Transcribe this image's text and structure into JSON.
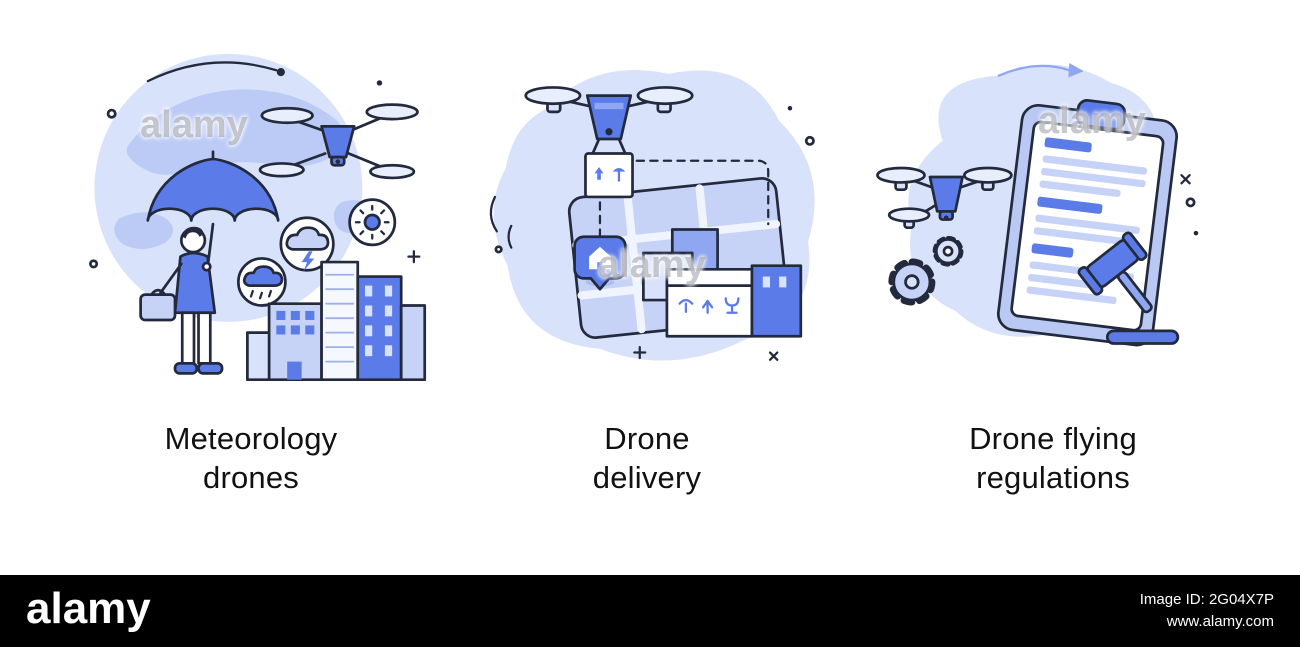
{
  "page": {
    "type": "stock-illustration-preview",
    "background": "#ffffff"
  },
  "colors": {
    "outline": "#232a3d",
    "accent_blue": "#5b7ce8",
    "light_blue": "#d9e2fb",
    "mid_blue": "#b9c9f4",
    "footer_background": "#000000",
    "caption_text": "#111111"
  },
  "illustrations": [
    {
      "id": "meteorology-drones",
      "caption": "Meteorology drones",
      "caption_line1": "Meteorology",
      "caption_line2": "drones",
      "scene_elements": [
        "globe",
        "quadcopter-drone",
        "businessman-with-umbrella",
        "storm-icon",
        "sun-icon",
        "rain-cloud-icon",
        "city-buildings",
        "briefcase"
      ]
    },
    {
      "id": "drone-delivery",
      "caption": "Drone delivery",
      "caption_line1": "Drone",
      "caption_line2": "delivery",
      "scene_elements": [
        "delivery-drone-with-parcel",
        "city-map",
        "location-pin",
        "dashed-route",
        "cardboard-boxes"
      ]
    },
    {
      "id": "drone-flying-regulations",
      "caption": "Drone flying regulations",
      "caption_line1": "Drone flying",
      "caption_line2": "regulations",
      "scene_elements": [
        "quadcopter-drone",
        "clipboard-document",
        "gavel",
        "gears",
        "arrow"
      ]
    }
  ],
  "watermark": {
    "tile_text": "alamy",
    "footer_logo": "alamy",
    "image_id": "Image ID: 2G04X7P",
    "website": "www.alamy.com"
  }
}
